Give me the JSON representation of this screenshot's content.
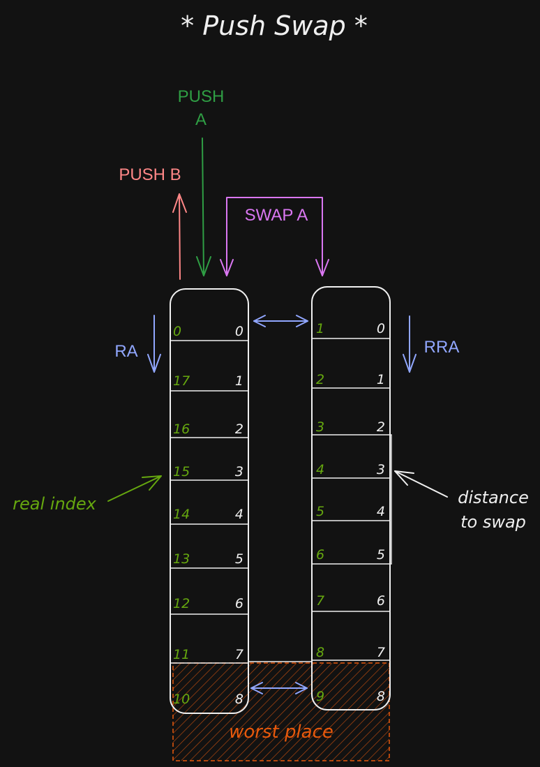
{
  "title": "* Push Swap *",
  "colors": {
    "background": "#121212",
    "white": "#f0f0f0",
    "green_label": "#2f9e44",
    "index_green": "#66a80f",
    "pink": "#ff8787",
    "violet": "#da77f2",
    "blue": "#91a7ff",
    "orange": "#e8590c"
  },
  "labels": {
    "push_a_line1": "PUSH",
    "push_a_line2": "A",
    "push_b": "PUSH B",
    "swap_a": "SWAP A",
    "ra": "RA",
    "rra": "RRA",
    "real_index": "real index",
    "distance_line1": "distance",
    "distance_line2": "to swap",
    "worst_place": "worst place"
  },
  "stack_a": {
    "positions": [
      "0",
      "1",
      "2",
      "3",
      "4",
      "5",
      "6",
      "7",
      "8"
    ],
    "real_indexes": [
      "0",
      "17",
      "16",
      "15",
      "14",
      "13",
      "12",
      "11",
      "10"
    ]
  },
  "stack_b": {
    "positions": [
      "0",
      "1",
      "2",
      "3",
      "4",
      "5",
      "6",
      "7",
      "8"
    ],
    "real_indexes": [
      "1",
      "2",
      "3",
      "4",
      "5",
      "6",
      "7",
      "8",
      "9"
    ]
  }
}
